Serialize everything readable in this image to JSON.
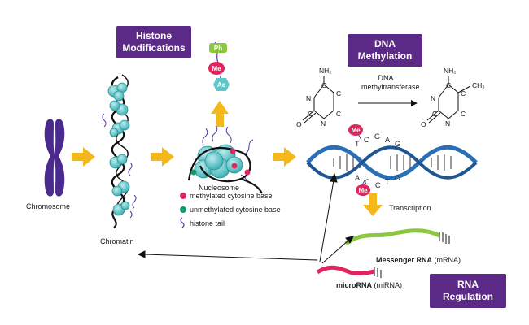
{
  "boxes": {
    "histone": [
      "Histone",
      "Modifications"
    ],
    "dna_methylation": [
      "DNA",
      "Methylation"
    ],
    "rna_regulation": [
      "RNA",
      "Regulation"
    ]
  },
  "labels": {
    "chromosome": "Chromosome",
    "chromatin": "Chromatin",
    "nucleosome": "Nucleosome",
    "enzyme": [
      "DNA",
      "methyltransferase"
    ],
    "transcription": "Transcription",
    "mrna_bold": "Messenger RNA",
    "mrna_rest": " (mRNA)",
    "mirna_bold": "microRNA",
    "mirna_rest": " (miRNA)"
  },
  "legend": [
    {
      "text": "methylated cytosine base",
      "color": "#e0245e"
    },
    {
      "text": "unmethylated cytosine base",
      "color": "#0f9b6e"
    },
    {
      "text": "histone tail",
      "color": "#5b3aa6"
    }
  ],
  "tags": {
    "ph": "Ph",
    "me": "Me",
    "ac": "Ac"
  },
  "chem": {
    "nh2": "NH₂",
    "n": "N",
    "c": "C",
    "o": "O",
    "ch3": "CH₃"
  },
  "bases_top": [
    "T",
    "C",
    "G",
    "A",
    "G"
  ],
  "bases_bottom": [
    "A",
    "C",
    "C",
    "T",
    "C"
  ],
  "colors": {
    "box": "#5b2a86",
    "arrow": "#f5b81c",
    "chromosome": "#4a2a8c",
    "nucleosome": "#5fc7c9",
    "dna_blue": "#2a6fb5",
    "methylated": "#e0245e",
    "unmethylated": "#0f9b6e",
    "mrna": "#8dc63f",
    "mirna": "#e0245e",
    "tail": "#5b3aa6",
    "ph": "#8dc63f",
    "ac": "#5fc7c9"
  }
}
